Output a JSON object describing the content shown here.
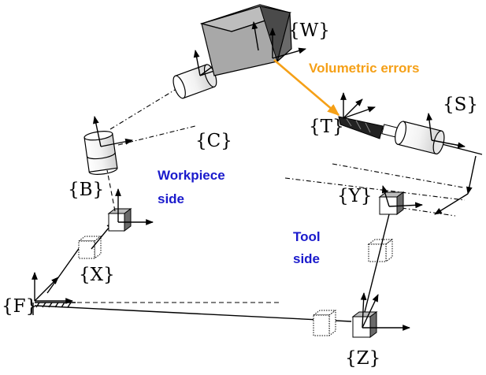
{
  "labels": {
    "W": "{W}",
    "C": "{C}",
    "B": "{B}",
    "X": "{X}",
    "F": "{F}",
    "T": "{T}",
    "S": "{S}",
    "Y": "{Y}",
    "Z": "{Z}"
  },
  "annotations": {
    "volumetric_errors": "Volumetric errors",
    "workpiece_side_line1": "Workpiece",
    "workpiece_side_line2": "side",
    "tool_side_line1": "Tool",
    "tool_side_line2": "side"
  },
  "colors": {
    "workpiece_text": "#1a1acc",
    "tool_text": "#1a1acc",
    "error_arrow": "#f5a017",
    "box_face_top": "#bdbdbd",
    "box_face_side": "#6a6a6a"
  }
}
